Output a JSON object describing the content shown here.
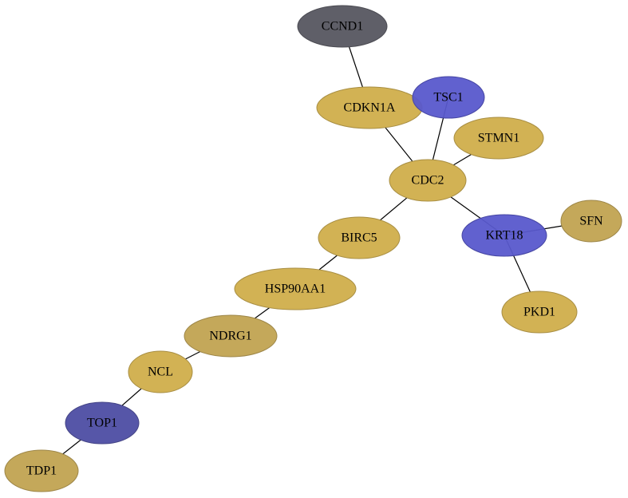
{
  "graph": {
    "colors": {
      "gold": "#d2b254",
      "gold_dark": "#c4a85a",
      "blue": "#5858cc",
      "blue_dark": "#5656a8",
      "gray": "#5f5f68",
      "edge": "#000000"
    },
    "nodes": [
      {
        "id": "CCND1",
        "label": "CCND1",
        "color": "gray"
      },
      {
        "id": "CDKN1A",
        "label": "CDKN1A",
        "color": "gold"
      },
      {
        "id": "TSC1",
        "label": "TSC1",
        "color": "blue"
      },
      {
        "id": "STMN1",
        "label": "STMN1",
        "color": "gold"
      },
      {
        "id": "CDC2",
        "label": "CDC2",
        "color": "gold"
      },
      {
        "id": "SFN",
        "label": "SFN",
        "color": "gold_dark"
      },
      {
        "id": "KRT18",
        "label": "KRT18",
        "color": "blue"
      },
      {
        "id": "BIRC5",
        "label": "BIRC5",
        "color": "gold"
      },
      {
        "id": "HSP90AA1",
        "label": "HSP90AA1",
        "color": "gold"
      },
      {
        "id": "PKD1",
        "label": "PKD1",
        "color": "gold"
      },
      {
        "id": "NDRG1",
        "label": "NDRG1",
        "color": "gold_dark"
      },
      {
        "id": "NCL",
        "label": "NCL",
        "color": "gold"
      },
      {
        "id": "TOP1",
        "label": "TOP1",
        "color": "blue_dark"
      },
      {
        "id": "TDP1",
        "label": "TDP1",
        "color": "gold_dark"
      }
    ],
    "edges": [
      [
        "CCND1",
        "CDKN1A"
      ],
      [
        "CDKN1A",
        "CDC2"
      ],
      [
        "TSC1",
        "CDC2"
      ],
      [
        "STMN1",
        "CDC2"
      ],
      [
        "CDC2",
        "KRT18"
      ],
      [
        "CDC2",
        "BIRC5"
      ],
      [
        "KRT18",
        "SFN"
      ],
      [
        "KRT18",
        "PKD1"
      ],
      [
        "BIRC5",
        "HSP90AA1"
      ],
      [
        "HSP90AA1",
        "NDRG1"
      ],
      [
        "NDRG1",
        "NCL"
      ],
      [
        "NCL",
        "TOP1"
      ],
      [
        "TOP1",
        "TDP1"
      ]
    ]
  }
}
